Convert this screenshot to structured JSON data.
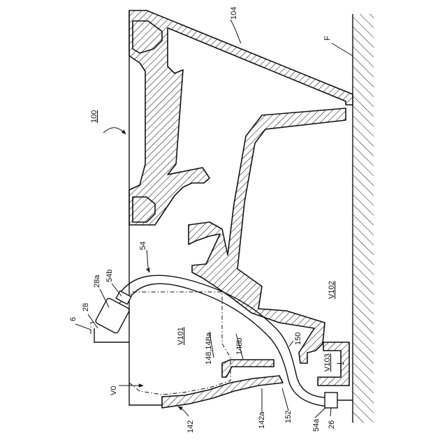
{
  "labels": {
    "l100": "100",
    "l104": "104",
    "lF": "F",
    "l54": "54",
    "l54b": "54b",
    "l28a": "28a",
    "l28": "28",
    "l6": "6",
    "lV101": "V101",
    "l148": "148,148a",
    "l148b": "148b",
    "l150": "150",
    "lV102": "V102",
    "lV103": "V103",
    "lI": "I",
    "lV0": "V0",
    "l142": "142",
    "l142a": "142a",
    "l152": "152",
    "l54a": "54a",
    "l26": "26"
  }
}
